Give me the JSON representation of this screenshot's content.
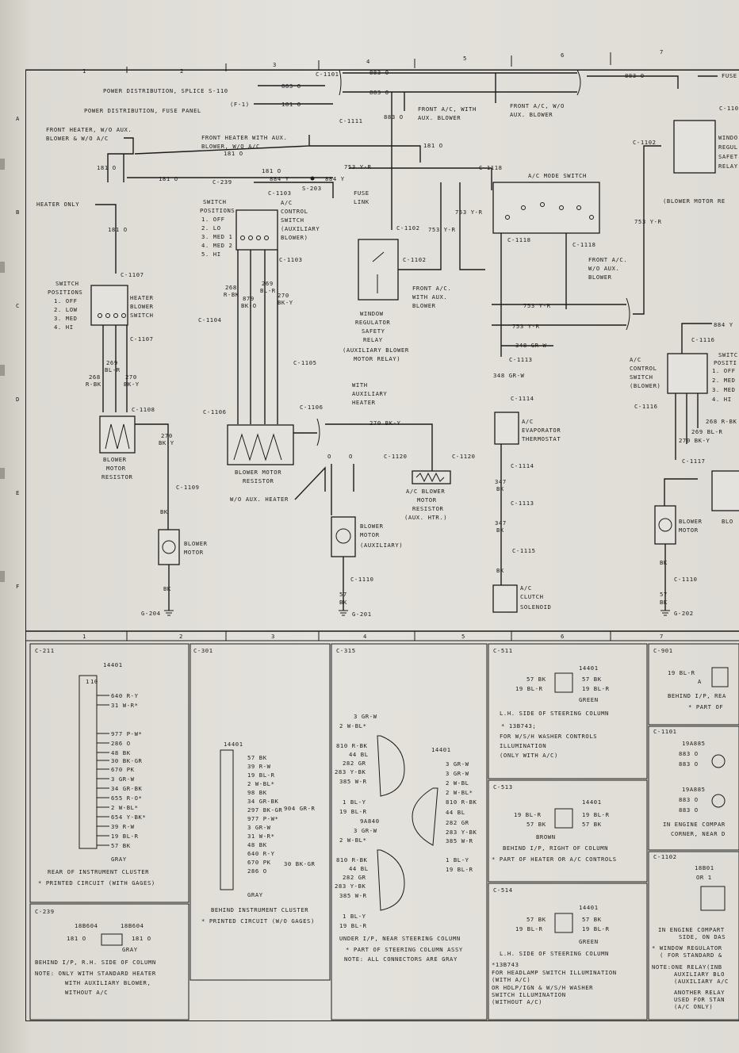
{
  "grid": {
    "columns": [
      "1",
      "2",
      "3",
      "4",
      "5",
      "6",
      "7"
    ],
    "rows": [
      "A",
      "B",
      "C",
      "D",
      "E",
      "F"
    ]
  },
  "top": {
    "c1101": "C-1101",
    "pd_splice": "POWER DISTRIBUTION, SPLICE S-110",
    "pd_fuse": "POWER DISTRIBUTION, FUSE PANEL",
    "f1": "(F-1)",
    "w883": "883 O",
    "w181": "181 O",
    "fuse": "FUSE",
    "c1111": "C-1111",
    "front_ac_with": "FRONT A/C, WITH",
    "aux_blower": "AUX. BLOWER",
    "front_ac_wo": "FRONT A/C, W/O",
    "front_heater_wo": "FRONT HEATER, W/O AUX.",
    "blower_wo_ac": "BLOWER & W/O A/C",
    "front_heater_with": "FRONT HEATER WITH AUX.",
    "blower_wo_ac2": "BLOWER, W/O A/C",
    "w753": "753 Y-R",
    "w884": "884 Y",
    "s203": "S-203",
    "c239": "C-239",
    "heater_only": "HEATER ONLY",
    "fuse_link_1": "FUSE",
    "fuse_link_2": "LINK",
    "c1102": "C-1102",
    "c1118": "C-1118",
    "ac_mode": "A/C MODE SWITCH",
    "blower_motor_re": "(BLOWER MOTOR RE",
    "wind": "WINDO",
    "regul": "REGUL",
    "safet": "SAFET",
    "relay": "RELAY",
    "c1103": "C-1103",
    "sw_positions": "SWITCH",
    "positions": "POSITIONS",
    "ac_control": "A/C",
    "control": "CONTROL",
    "switch": "SWITCH",
    "aux_blower_p": "(AUXILIARY",
    "blower_p": "BLOWER)",
    "pos_list": [
      "1. OFF",
      "2. LO",
      "3. MED 1",
      "4. MED 2",
      "5. HI"
    ],
    "pos_list2": [
      "1. OFF",
      "2. LOW",
      "3. MED",
      "4. HI"
    ],
    "heater_blower_switch": [
      "HEATER",
      "BLOWER",
      "SWITCH"
    ],
    "c1107": "C-1107",
    "c1104": "C-1104",
    "c1105": "C-1105",
    "c1106": "C-1106",
    "c1108": "C-1108",
    "c1109": "C-1109",
    "c1110": "C-1110",
    "c1113": "C-1113",
    "c1114": "C-1114",
    "c1115": "C-1115",
    "c1116": "C-1116",
    "c1117": "C-1117",
    "c1120": "C-1120",
    "w268": "268",
    "rbk": "R-BK",
    "w269": "269",
    "blr": "BL-R",
    "w270": "270",
    "bky": "BK-Y",
    "w879": "879",
    "bko": "BK-O",
    "window_regulator": [
      "WINDOW",
      "REGULATOR",
      "SAFETY",
      "RELAY",
      "(AUXILIARY BLOWER",
      "MOTOR RELAY)"
    ],
    "front_ac_aux": [
      "FRONT A/C.",
      "WITH AUX.",
      "BLOWER"
    ],
    "front_ac_wo_aux": [
      "FRONT A/C.",
      "W/O AUX.",
      "BLOWER"
    ],
    "w348": "348 GR-W",
    "w347": "347",
    "bk": "BK",
    "ac_evap": [
      "A/C",
      "EVAPORATOR",
      "THERMOSTAT"
    ],
    "ac_clutch": [
      "A/C",
      "CLUTCH",
      "SOLENOID"
    ],
    "with_aux_heater": [
      "WITH",
      "AUXILIARY",
      "HEATER"
    ],
    "w270bky": "270 BK-Y",
    "blower_motor_resistor": [
      "BLOWER",
      "MOTOR",
      "RESISTOR"
    ],
    "blower_motor_resistor2": [
      "BLOWER MOTOR",
      "RESISTOR"
    ],
    "ac_blower_resistor": [
      "A/C BLOWER",
      "MOTOR",
      "RESISTOR",
      "(AUX. HTR.)"
    ],
    "wo_aux_heater": "W/O AUX. HEATER",
    "w0": "O",
    "blower_motor": [
      "BLOWER",
      "MOTOR"
    ],
    "blower_motor_aux": [
      "BLOWER",
      "MOTOR",
      "(AUXILIARY)"
    ],
    "w57bk": "57",
    "g204": "G-204",
    "g201": "G-201",
    "g202": "G-202",
    "ac_control_sw": [
      "A/C",
      "CONTROL",
      "SWITCH",
      "(BLOWER)"
    ],
    "swi_pos": [
      "SWITC",
      "POSITI",
      "1. OFF",
      "2. MED",
      "3. MED",
      "4. HI"
    ],
    "w268rbk": "268 R-BK",
    "w269blr": "269 BL-R",
    "w270bky2": "270 BK-Y",
    "w884y": "884 Y",
    "w753yr": "753 Y-R",
    "blo": "BLO"
  },
  "bottom": {
    "columns": [
      "1",
      "2",
      "3",
      "4",
      "5",
      "6",
      "7"
    ],
    "c211": {
      "title": "C-211",
      "part": "14401",
      "pins_label": [
        "1",
        "10"
      ],
      "wires": [
        "640 R-Y",
        "31 W-R*",
        "977 P-W*",
        "286 O",
        "48 BK",
        "30 BK-GR",
        "670 PK",
        "3 GR-W",
        "34 GR-BK",
        "655 R-O*",
        "2 W-BL*",
        "654 Y-BK*",
        "39 R-W",
        "19 BL-R",
        "57 BK"
      ],
      "color": "GRAY",
      "caption": "REAR OF INSTRUMENT CLUSTER",
      "note": "* PRINTED CIRCUIT (WITH GAGES)"
    },
    "c301": {
      "title": "C-301",
      "part": "14401",
      "wires": [
        "57 BK",
        "39 R-W",
        "19 BL-R",
        "2 W-BL*",
        "98 BK",
        "34 GR-BK",
        "297 BK-GR",
        "977 P-W*",
        "3 GR-W",
        "31 W-R*",
        "48 BK",
        "640 R-Y",
        "670 PK",
        "286 O"
      ],
      "side1": "904 GR-R",
      "side2": "30 BK-GR",
      "color": "GRAY",
      "caption": "BEHIND INSTRUMENT CLUSTER",
      "note": "* PRINTED CIRCUIT (W/O GAGES)"
    },
    "c315": {
      "title": "C-315",
      "left_top": [
        "3 GR-W",
        "2 W-BL*",
        "810 R-BK",
        "44 BL",
        "282 GR",
        "283 Y-BK",
        "385 W-R",
        "1 BL-Y",
        "19 BL-R"
      ],
      "part1": "14401",
      "right": [
        "3 GR-W",
        "3 GR-W",
        "2 W-BL",
        "2 W-BL*",
        "810 R-BK",
        "44 BL",
        "282 GR",
        "283 Y-BK",
        "385 W-R",
        "1 BL-Y",
        "19 BL-R"
      ],
      "part2": "9A840",
      "left_bot": [
        "3 GR-W",
        "2 W-BL*",
        "810 R-BK",
        "44 BL",
        "282 GR",
        "283 Y-BK",
        "385 W-R",
        "1 BL-Y",
        "19 BL-R"
      ],
      "caption": "UNDER I/P, NEAR STEERING COLUMN",
      "note1": "* PART OF STEERING COLUMN ASSY",
      "note2": "NOTE: ALL CONNECTORS ARE GRAY"
    },
    "c511": {
      "title": "C-511",
      "part": "14401",
      "l1": "57 BK",
      "l2": "19 BL-R",
      "r1": "57 BK",
      "r2": "19 BL-R",
      "color": "GREEN",
      "caption": "L.H. SIDE OF STEERING COLUMN",
      "note": [
        "* 13B743;",
        "FOR W/S/H WASHER CONTROLS",
        "ILLUMINATION",
        "(ONLY WITH A/C)"
      ]
    },
    "c513": {
      "title": "C-513",
      "part": "14401",
      "l1": "19 BL-R",
      "l2": "57 BK",
      "r1": "19 BL-R",
      "r2": "57 BK",
      "color": "BROWN",
      "caption": "BEHIND I/P, RIGHT OF COLUMN",
      "note": "* PART OF HEATER OR A/C CONTROLS"
    },
    "c514": {
      "title": "C-514",
      "part": "14401",
      "l1": "57 BK",
      "l2": "19 BL-R",
      "r1": "57 BK",
      "r2": "19 BL-R",
      "color": "GREEN",
      "caption": "L.H. SIDE OF STEERING COLUMN",
      "note": [
        "*13B743",
        "FOR HEADLAMP SWITCH ILLUMINATION",
        "(WITH A/C)",
        "OR HDLP/IGN & W/S/H WASHER",
        "SWITCH ILLUMINATION",
        "(WITHOUT A/C)"
      ]
    },
    "c901": {
      "title": "C-901",
      "w1": "19 BL-R",
      "w2": "A",
      "caption": "BEHIND I/P, REA",
      "note": "* PART OF"
    },
    "c1101": {
      "title": "C-1101",
      "p1": "19A885",
      "w1": "883 O",
      "w2": "883 O",
      "p2": "19A885",
      "w3": "883 O",
      "w4": "883 O",
      "caption": [
        "IN ENGINE COMPAR",
        "CORNER, NEAR D"
      ]
    },
    "c1102": {
      "title": "C-1102",
      "p1": "18B01",
      "p2": "OR 1",
      "caption": [
        "IN ENGINE COMPART",
        "SIDE, ON DAS"
      ],
      "note": [
        "* WINDOW REGULATOR",
        "( FOR STANDARD &",
        "NOTE:ONE RELAY(INB",
        "AUXILIARY BLO",
        "(AUXILIARY A/C",
        "ANOTHER RELAY",
        "USED FOR STAN",
        "(A/C ONLY)"
      ]
    },
    "c239": {
      "title": "C-239",
      "p1": "18B604",
      "p2": "18B604",
      "w1": "181 O",
      "w2": "181 O",
      "color": "GRAY",
      "caption": "BEHIND I/P, R.H. SIDE OF COLUMN",
      "note": [
        "NOTE: ONLY WITH STANDARD HEATER",
        "WITH AUXILIARY BLOWER,",
        "WITHOUT A/C"
      ]
    }
  }
}
